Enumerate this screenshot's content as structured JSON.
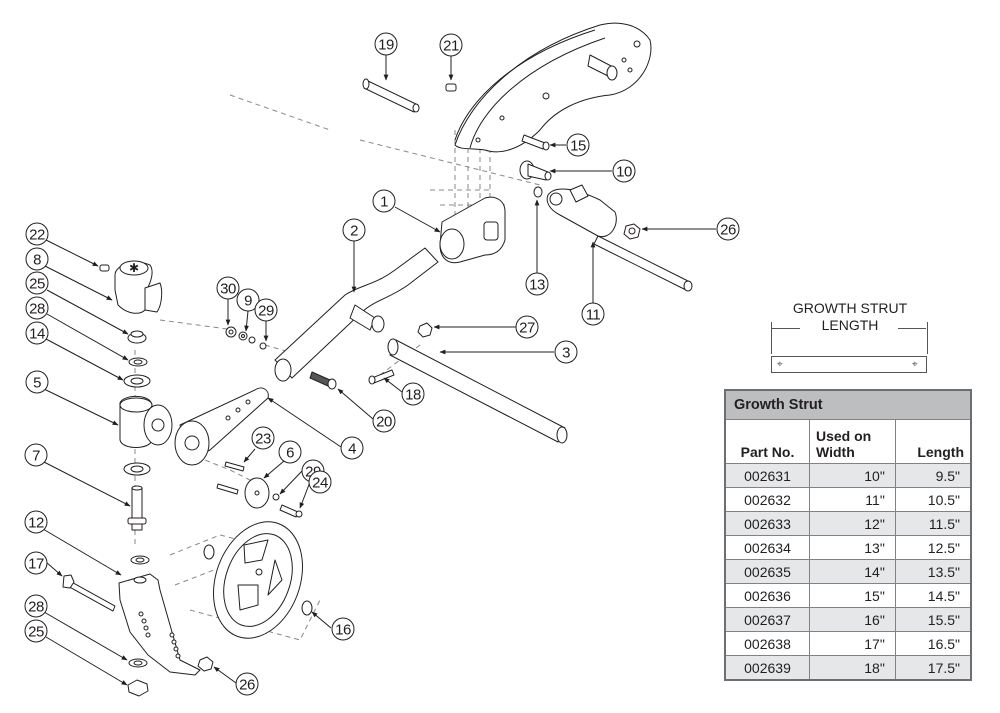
{
  "callouts": [
    {
      "id": "19",
      "label": "19"
    },
    {
      "id": "21",
      "label": "21"
    },
    {
      "id": "15",
      "label": "15"
    },
    {
      "id": "10",
      "label": "10"
    },
    {
      "id": "1",
      "label": "1"
    },
    {
      "id": "2",
      "label": "2"
    },
    {
      "id": "26a",
      "label": "26"
    },
    {
      "id": "13",
      "label": "13"
    },
    {
      "id": "11",
      "label": "11"
    },
    {
      "id": "27",
      "label": "27"
    },
    {
      "id": "3",
      "label": "3"
    },
    {
      "id": "22",
      "label": "22"
    },
    {
      "id": "8",
      "label": "8"
    },
    {
      "id": "25a",
      "label": "25"
    },
    {
      "id": "28a",
      "label": "28"
    },
    {
      "id": "14",
      "label": "14"
    },
    {
      "id": "5",
      "label": "5"
    },
    {
      "id": "30",
      "label": "30"
    },
    {
      "id": "9",
      "label": "9"
    },
    {
      "id": "29a",
      "label": "29"
    },
    {
      "id": "18",
      "label": "18"
    },
    {
      "id": "20",
      "label": "20"
    },
    {
      "id": "4",
      "label": "4"
    },
    {
      "id": "23",
      "label": "23"
    },
    {
      "id": "6",
      "label": "6"
    },
    {
      "id": "29b",
      "label": "29"
    },
    {
      "id": "24",
      "label": "24"
    },
    {
      "id": "7",
      "label": "7"
    },
    {
      "id": "12",
      "label": "12"
    },
    {
      "id": "17",
      "label": "17"
    },
    {
      "id": "16",
      "label": "16"
    },
    {
      "id": "28b",
      "label": "28"
    },
    {
      "id": "25b",
      "label": "25"
    },
    {
      "id": "26b",
      "label": "26"
    }
  ],
  "dimension": {
    "title_line1": "GROWTH STRUT",
    "title_line2": "LENGTH",
    "hole_icon": "⌖"
  },
  "table": {
    "title": "Growth Strut",
    "headers": [
      "Part No.",
      "Used on Width",
      "Length"
    ],
    "header_width_line1": "Used on",
    "header_width_line2": "Width",
    "rows": [
      {
        "part": "002631",
        "width": "10\"",
        "length": "9.5\""
      },
      {
        "part": "002632",
        "width": "11\"",
        "length": "10.5\""
      },
      {
        "part": "002633",
        "width": "12\"",
        "length": "11.5\""
      },
      {
        "part": "002634",
        "width": "13\"",
        "length": "12.5\""
      },
      {
        "part": "002635",
        "width": "14\"",
        "length": "13.5\""
      },
      {
        "part": "002636",
        "width": "15\"",
        "length": "14.5\""
      },
      {
        "part": "002637",
        "width": "16\"",
        "length": "15.5\""
      },
      {
        "part": "002638",
        "width": "17\"",
        "length": "16.5\""
      },
      {
        "part": "002639",
        "width": "18\"",
        "length": "17.5\""
      }
    ]
  },
  "colors": {
    "line": "#231f20",
    "table_header_bg": "#bcbec0",
    "table_row_shade": "#e6e7e8"
  }
}
